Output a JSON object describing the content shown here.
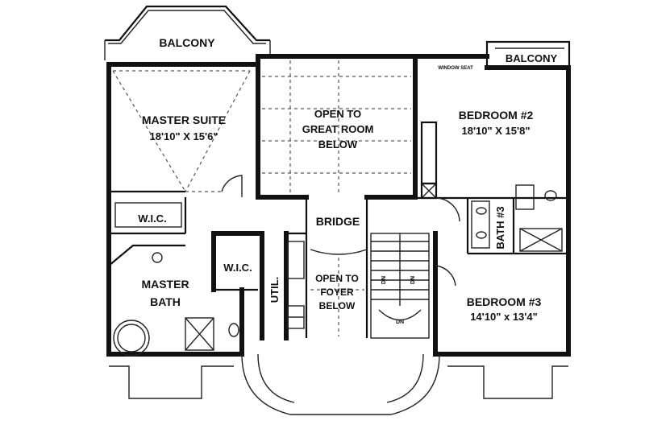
{
  "rooms": {
    "balcony_left": "BALCONY",
    "balcony_right": "BALCONY",
    "window_seat": "WINDOW SEAT",
    "master_suite_name": "MASTER SUITE",
    "master_suite_size": "18'10\" X 15'6\"",
    "open_great_1": "OPEN TO",
    "open_great_2": "GREAT ROOM",
    "open_great_3": "BELOW",
    "bedroom2_name": "BEDROOM #2",
    "bedroom2_size": "18'10\" X 15'8\"",
    "wic_1": "W.I.C.",
    "wic_2": "W.I.C.",
    "bridge": "BRIDGE",
    "bath3": "BATH #3",
    "master_bath_1": "MASTER",
    "master_bath_2": "BATH",
    "util": "UTIL.",
    "open_foyer_1": "OPEN TO",
    "open_foyer_2": "FOYER",
    "open_foyer_3": "BELOW",
    "bedroom3_name": "BEDROOM #3",
    "bedroom3_size": "14'10\" x 13'4\"",
    "stair_dn_1": "DN",
    "stair_dn_2": "DN",
    "stair_dn_3": "DN"
  }
}
